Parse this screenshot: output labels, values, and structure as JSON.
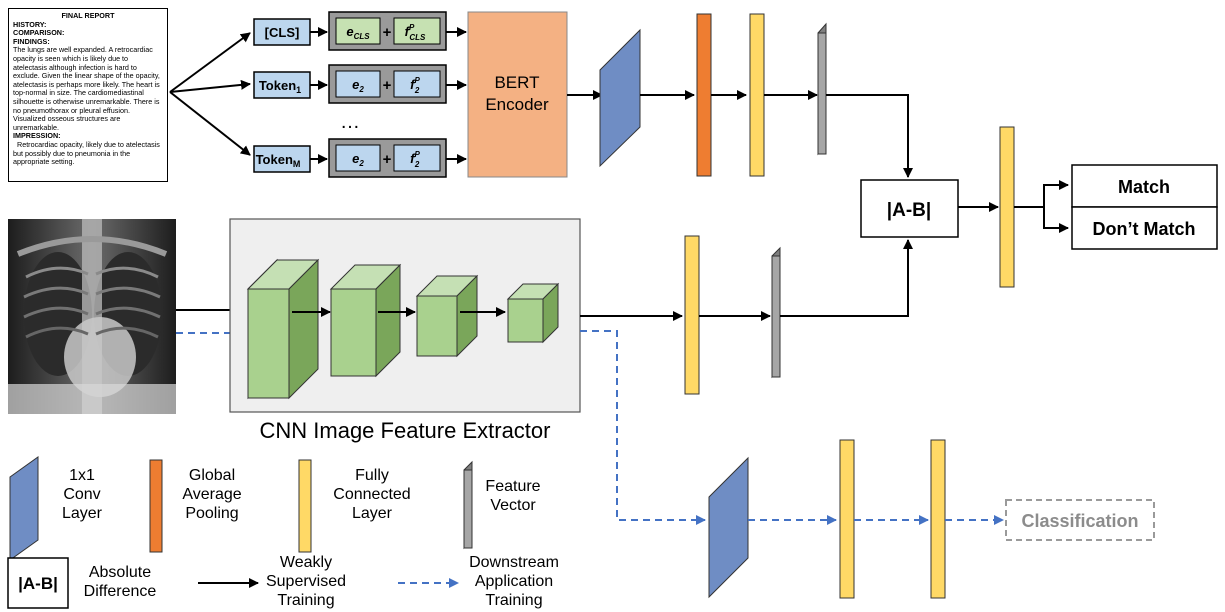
{
  "report": {
    "title": "FINAL REPORT",
    "history": "HISTORY:",
    "comparison": "COMPARISON:",
    "findings_label": "FINDINGS:",
    "findings_text": "The lungs are well expanded. A retrocardiac opacity is seen which is likely due to atelectasis although infection is hard to exclude. Given the linear shape of the opacity, atelectasis is perhaps more likely. The heart is top-normal in size. The cardiomediastinal silhouette is otherwise unremarkable. There is no pneumothorax or pleural effusion. Visualized osseous structures are unremarkable.",
    "impression_label": "IMPRESSION:",
    "impression_text": "Retrocardiac opacity, likely due to atelectasis but possibly due to pneumonia in the appropriate setting."
  },
  "tokens": {
    "cls": "[CLS]",
    "token1_base": "Token",
    "token1_sub": "1",
    "tokenM_base": "Token",
    "tokenM_sub": "M",
    "ellipsis": "…"
  },
  "embeddings": {
    "e_cls_base": "e",
    "e_cls_sub": "CLS",
    "f_cls_base": "f",
    "f_cls_sup": "P",
    "f_cls_sub": "CLS",
    "e2_base": "e",
    "e2_sub": "2",
    "f2_base": "f",
    "f2_sup": "P",
    "f2_sub": "2",
    "plus": "+"
  },
  "bert_label_line1": "BERT",
  "bert_label_line2": "Encoder",
  "diff_label": "|A-B|",
  "outputs": {
    "match": "Match",
    "dont_match": "Don’t Match"
  },
  "cnn_title": "CNN Image Feature Extractor",
  "classification": "Classification",
  "legend": {
    "conv": [
      "1x1",
      "Conv",
      "Layer"
    ],
    "gap": [
      "Global",
      "Average",
      "Pooling"
    ],
    "fc": [
      "Fully",
      "Connected",
      "Layer"
    ],
    "fv": [
      "Feature",
      "Vector"
    ],
    "abs_box": "|A-B|",
    "abs": [
      "Absolute",
      "Difference"
    ],
    "weak": [
      "Weakly",
      "Supervised",
      "Training"
    ],
    "down": [
      "Downstream",
      "Application",
      "Training"
    ]
  },
  "colors": {
    "token_fill": "#bcd6ee",
    "embed_green": "#c6e1b2",
    "embed_grey": "#9a9a9a",
    "bert_fill": "#f4b183",
    "conv_blue": "#6f8dc4",
    "gap_orange": "#ee7d31",
    "fc_yellow": "#ffd966",
    "fv_grey": "#a6a6a6",
    "cnn_green": "#a9d18e",
    "dashed_blue": "#4472c4"
  }
}
